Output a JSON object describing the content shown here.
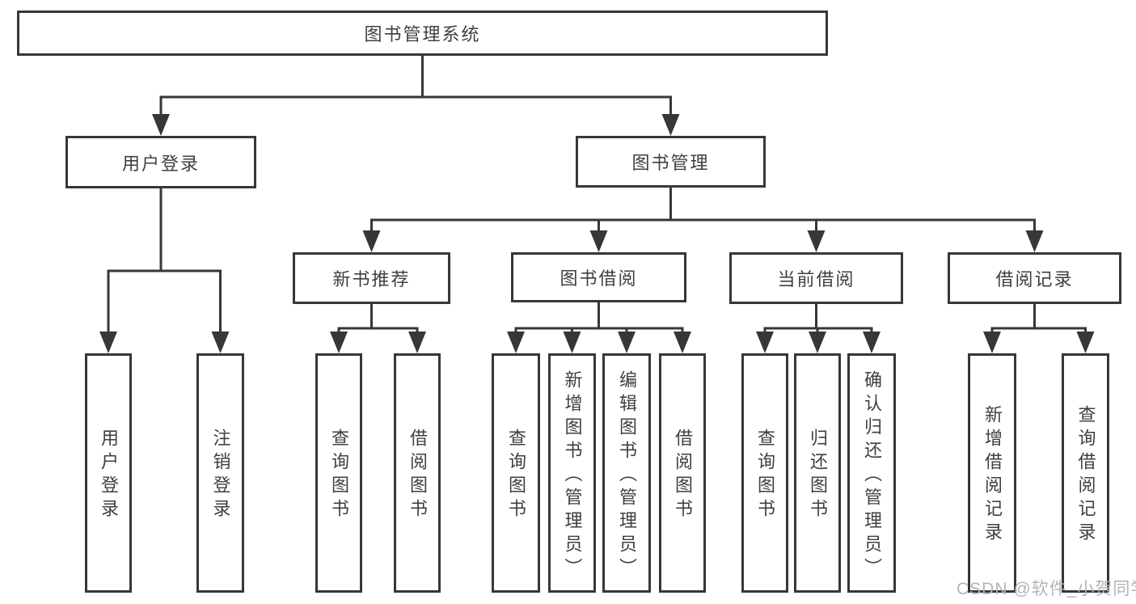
{
  "diagram": {
    "root": {
      "label": "图书管理系统"
    },
    "level2": [
      {
        "label": "用户登录"
      },
      {
        "label": "图书管理"
      }
    ],
    "level3": [
      {
        "label": "新书推荐"
      },
      {
        "label": "图书借阅"
      },
      {
        "label": "当前借阅"
      },
      {
        "label": "借阅记录"
      }
    ],
    "leaves": {
      "user_login": [
        {
          "label": "用户登录"
        },
        {
          "label": "注销登录"
        }
      ],
      "new_book_recommend": [
        {
          "label": "查询图书"
        },
        {
          "label": "借阅图书"
        }
      ],
      "book_borrow": [
        {
          "label": "查询图书"
        },
        {
          "label": "新增图书（管理员）"
        },
        {
          "label": "编辑图书（管理员）"
        },
        {
          "label": "借阅图书"
        }
      ],
      "current_borrow": [
        {
          "label": "查询图书"
        },
        {
          "label": "归还图书"
        },
        {
          "label": "确认归还（管理员）"
        }
      ],
      "borrow_records": [
        {
          "label": "新增借阅记录"
        },
        {
          "label": "查询借阅记录"
        }
      ]
    }
  },
  "watermark": {
    "text": "CSDN @软件_小贺同学"
  },
  "colors": {
    "line": "#373737",
    "text": "#3f3f3f",
    "background": "#ffffff",
    "watermark": "#b4b4b8"
  }
}
